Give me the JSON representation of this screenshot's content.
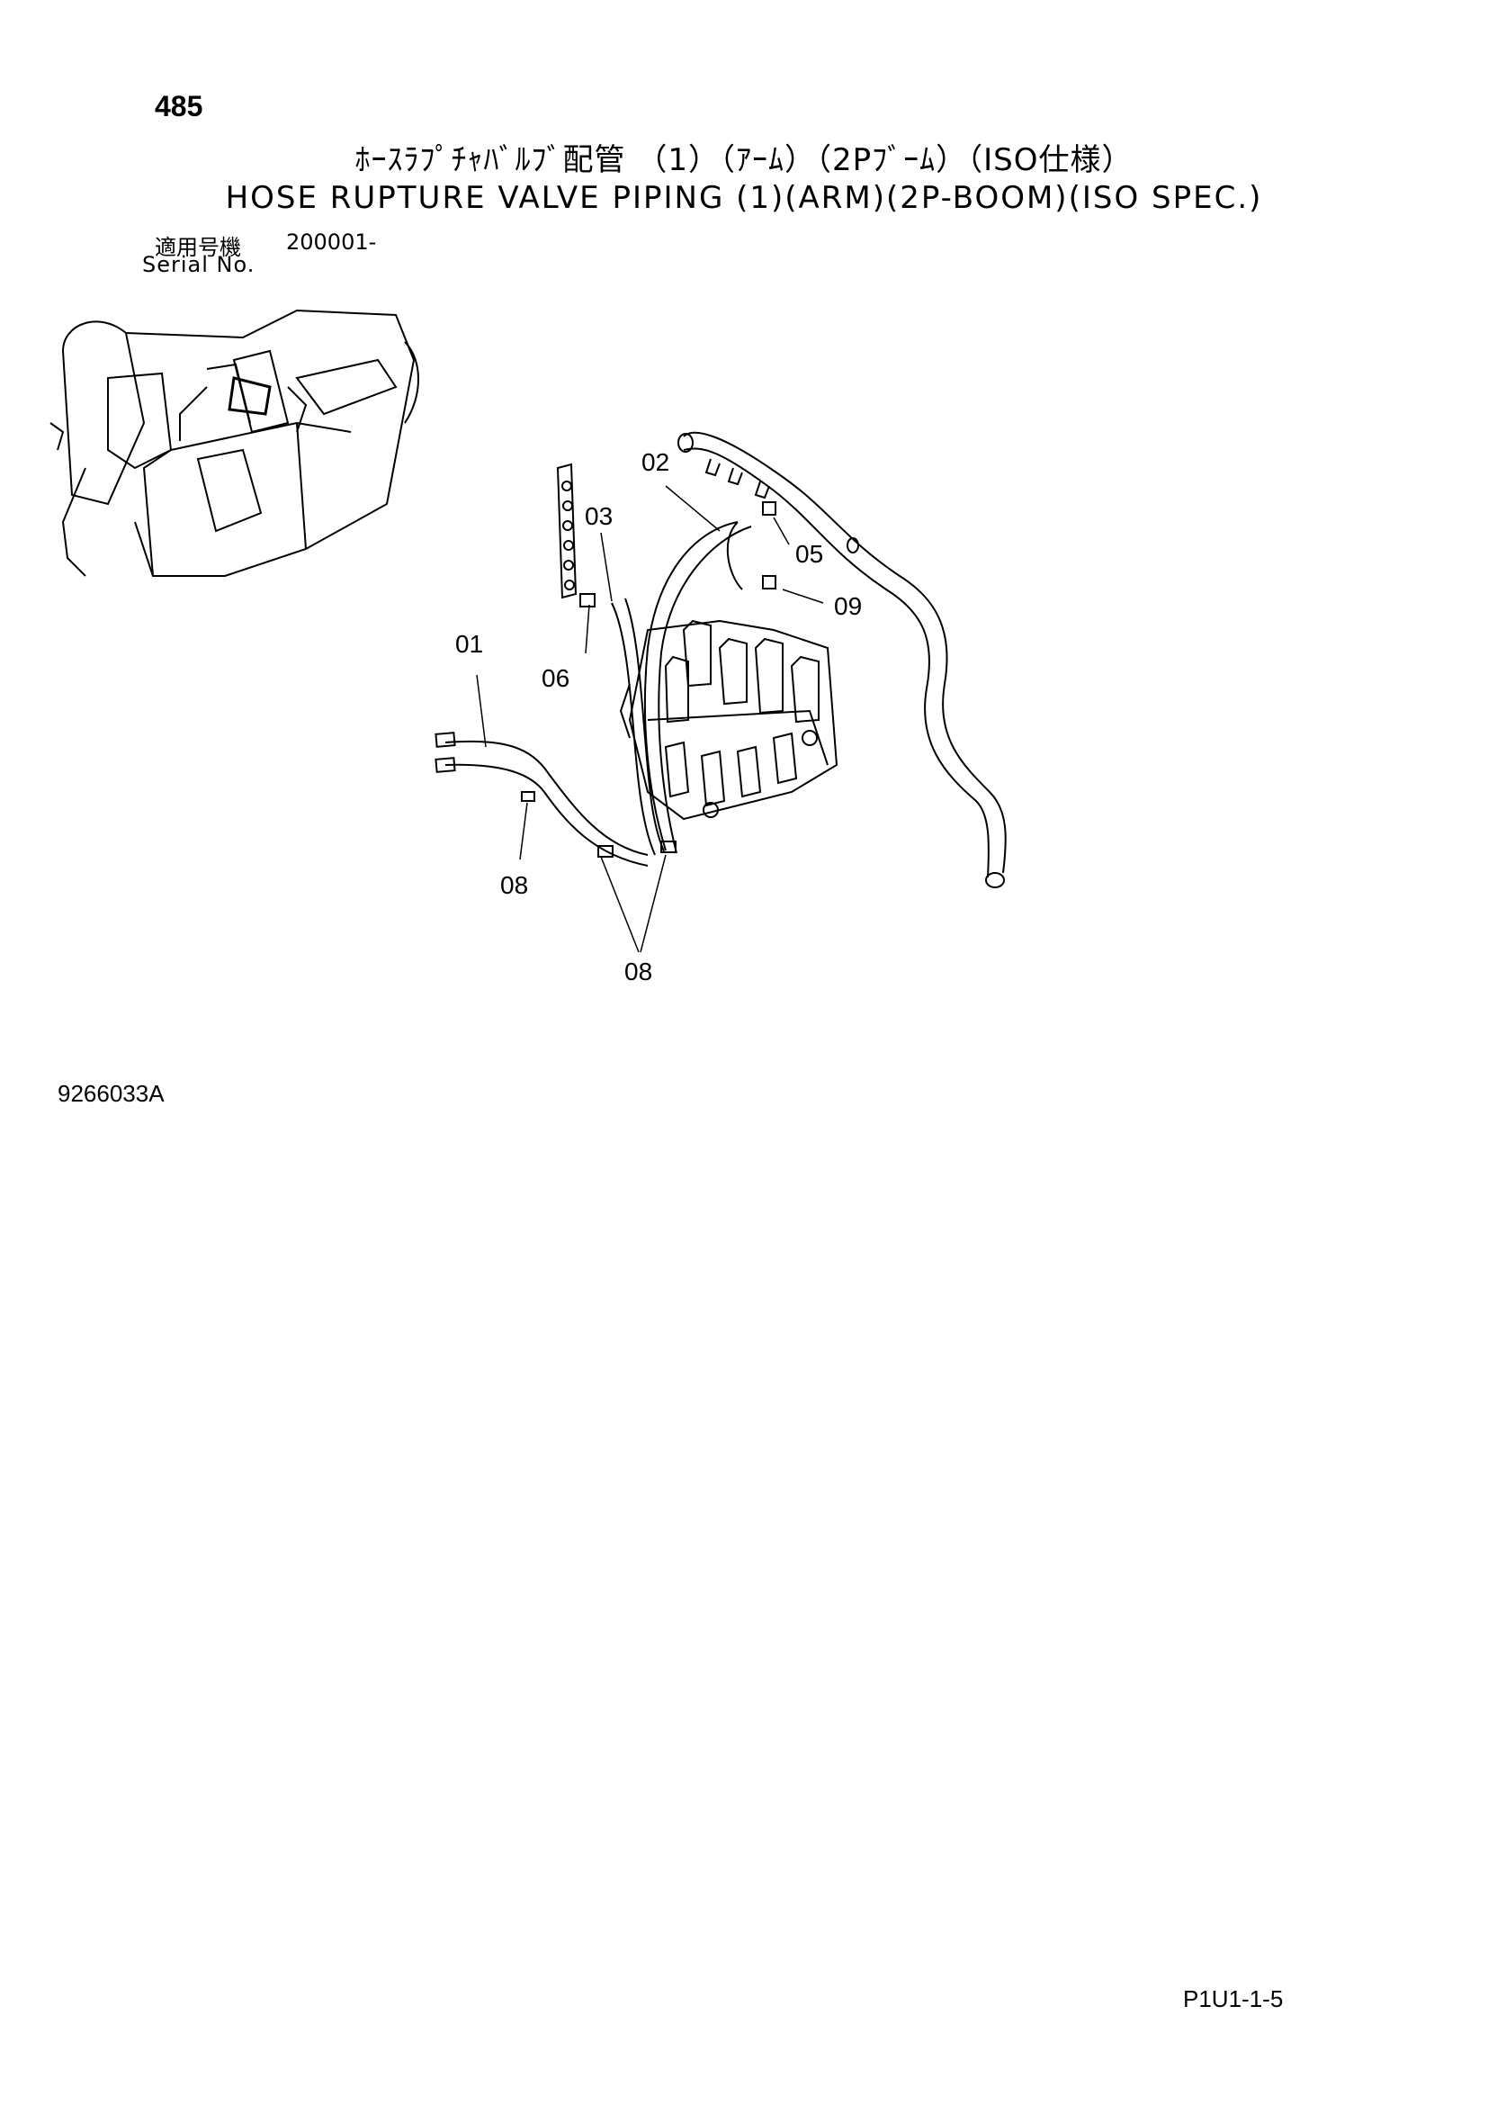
{
  "header": {
    "page_number": "485",
    "title_jp": "ﾎｰｽﾗﾌﾟﾁｬﾊﾞﾙﾌﾞ配管 （1）（ｱｰﾑ）（2Pﾌﾞｰﾑ）（ISO仕様）",
    "title_en": "HOSE RUPTURE VALVE PIPING (1)(ARM)(2P-BOOM)(ISO SPEC.)",
    "serial_label_jp": "適用号機",
    "serial_value": "200001-",
    "serial_label_en": "Serial No."
  },
  "callouts": {
    "c01": "01",
    "c02": "02",
    "c03": "03",
    "c05": "05",
    "c06": "06",
    "c08a": "08",
    "c08b": "08",
    "c09": "09"
  },
  "footer": {
    "figure_code": "9266033A",
    "sheet_ref": "P1U1-1-5"
  }
}
